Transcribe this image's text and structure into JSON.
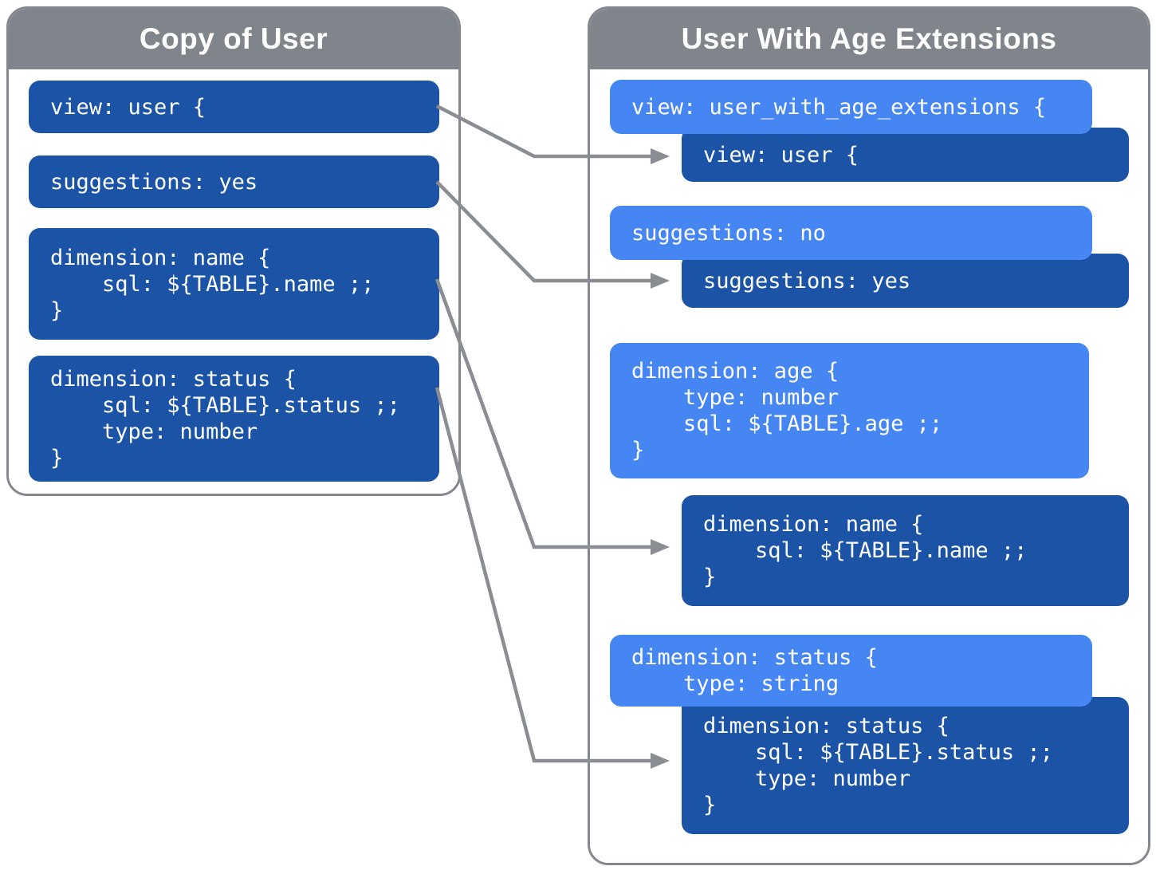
{
  "colors": {
    "header_gray": "#80848b",
    "panel_border_gray": "#84888e",
    "arrow_gray": "#8a8e93",
    "inherited_block_dark_blue": "#1b54a6",
    "extension_block_light_blue": "#4586f3",
    "text_white": "#ffffff"
  },
  "left_panel": {
    "title": "Copy of User",
    "blocks": [
      {
        "id": "copy-view",
        "lines": [
          "view: user {"
        ]
      },
      {
        "id": "copy-suggestions",
        "lines": [
          "suggestions: yes"
        ]
      },
      {
        "id": "copy-dimension-name",
        "lines": [
          "dimension: name {",
          "    sql: ${TABLE}.name ;;",
          "}"
        ]
      },
      {
        "id": "copy-dimension-status",
        "lines": [
          "dimension: status {",
          "    sql: ${TABLE}.status ;;",
          "    type: number",
          "}"
        ]
      }
    ]
  },
  "right_panel": {
    "title": "User With Age Extensions",
    "blocks": [
      {
        "id": "ext-view",
        "variant": "extension",
        "lines": [
          "view: user_with_age_extensions {"
        ]
      },
      {
        "id": "inherited-view",
        "variant": "inherited",
        "lines": [
          "view: user {"
        ]
      },
      {
        "id": "ext-suggestions",
        "variant": "extension",
        "lines": [
          "suggestions: no"
        ]
      },
      {
        "id": "inherited-suggestions",
        "variant": "inherited",
        "lines": [
          "suggestions: yes"
        ]
      },
      {
        "id": "ext-dimension-age",
        "variant": "extension",
        "lines": [
          "dimension: age {",
          "    type: number",
          "    sql: ${TABLE}.age ;;",
          "}"
        ]
      },
      {
        "id": "inherited-dimension-name",
        "variant": "inherited",
        "lines": [
          "dimension: name {",
          "    sql: ${TABLE}.name ;;",
          "}"
        ]
      },
      {
        "id": "ext-dimension-status",
        "variant": "extension",
        "lines": [
          "dimension: status {",
          "    type: string"
        ]
      },
      {
        "id": "inherited-dimension-status",
        "variant": "inherited",
        "lines": [
          "dimension: status {",
          "    sql: ${TABLE}.status ;;",
          "    type: number",
          "}"
        ]
      }
    ]
  },
  "connections": [
    {
      "from": "copy-view",
      "to": "inherited-view"
    },
    {
      "from": "copy-suggestions",
      "to": "inherited-suggestions"
    },
    {
      "from": "copy-dimension-name",
      "to": "inherited-dimension-name"
    },
    {
      "from": "copy-dimension-status",
      "to": "inherited-dimension-status"
    }
  ]
}
